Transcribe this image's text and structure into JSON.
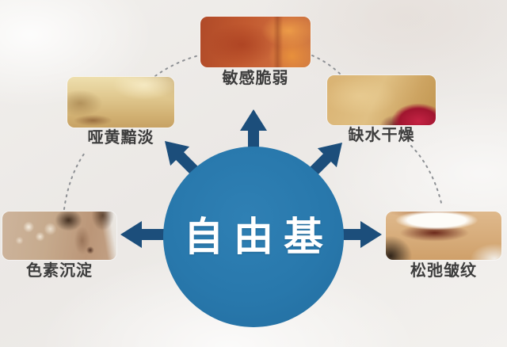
{
  "diagram": {
    "center": {
      "label": "自由基"
    },
    "items": [
      {
        "id": "sensitive",
        "label": "敏感脆弱",
        "position": "top"
      },
      {
        "id": "dull",
        "label": "哑黄黯淡",
        "position": "upper-left"
      },
      {
        "id": "dry",
        "label": "缺水干燥",
        "position": "upper-right"
      },
      {
        "id": "pigment",
        "label": "色素沉淀",
        "position": "left"
      },
      {
        "id": "wrinkles",
        "label": "松弛皱纹",
        "position": "right"
      }
    ],
    "colors": {
      "circle_fill": "#2878ac",
      "arrow_fill": "#1c4e7b",
      "label_text": "#3d3d3d",
      "connector": "#8d9094",
      "center_text": "#ffffff"
    }
  }
}
